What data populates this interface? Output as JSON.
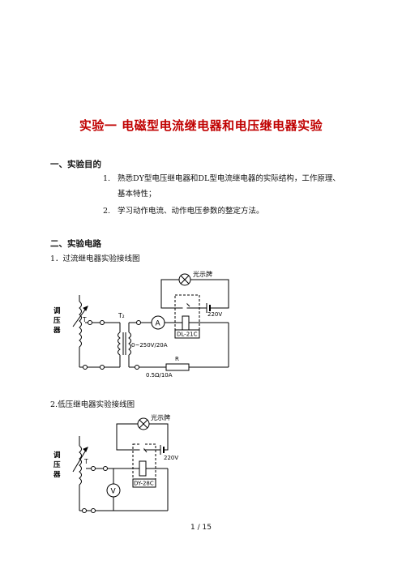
{
  "title": "实验一  电磁型电流继电器和电压继电器实验",
  "section1": {
    "heading": "一、实验目的",
    "items": [
      {
        "num": "1.",
        "text": "熟悉DY型电压继电器和DL型电流继电器的实际结构，工作原理、",
        "continuation": "基本特性；"
      },
      {
        "num": "2.",
        "text": "学习动作电流、动作电压参数的整定方法。"
      }
    ]
  },
  "section2": {
    "heading": "二、实验电路",
    "sub1": "1．过流继电器实验接线图",
    "sub2": "2.低压继电器实验接线图"
  },
  "diagram1": {
    "regulator": [
      "调",
      "压",
      "器"
    ],
    "t_label": "T",
    "t2_label": "T₂",
    "ammeter": "A",
    "lamp_label": "光示牌",
    "voltage": "220V",
    "relay": "DL-21C",
    "transformer_rating": "0~250V/20A",
    "resistor_label": "R",
    "resistor_rating": "0.5Ω/10A"
  },
  "diagram2": {
    "regulator": [
      "调",
      "压",
      "器"
    ],
    "t_label": "T",
    "voltmeter": "V",
    "lamp_label": "光示牌",
    "voltage": "220V",
    "relay": "DY-28C"
  },
  "page_number": "1 / 15"
}
